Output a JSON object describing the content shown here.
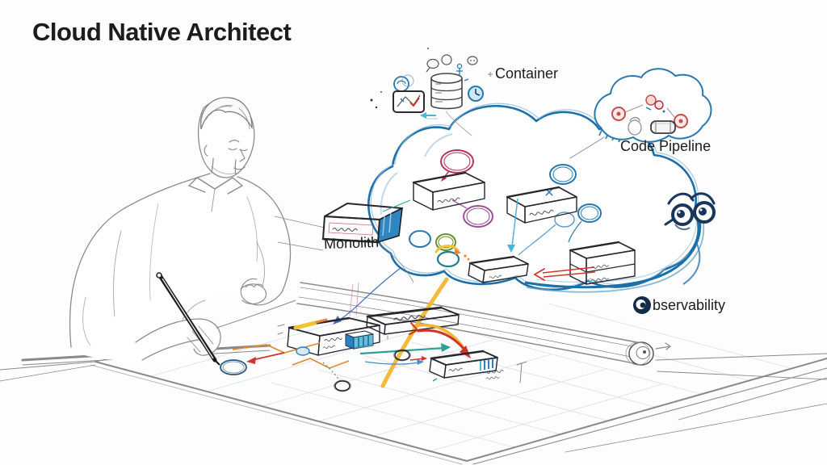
{
  "title": "Cloud Native Architect",
  "labels": {
    "container": "Container",
    "code_pipeline": "Code Pipeline",
    "monolith": "Monolith",
    "observability": "Observability",
    "observability_rest": "bservability"
  },
  "icons": {
    "observability_icon": "eye-circle",
    "glasses_icon": "observer-glasses",
    "database_icon": "database-cylinder",
    "container_icon": "container-box",
    "pipeline_icon": "cloud-with-build-nodes",
    "clock_icon": "clock",
    "chat_icon": "speech-bubbles"
  },
  "colors": {
    "ink_blue": "#1d6fa8",
    "sketch_gray": "#8a8a8a",
    "accent_red": "#d1342b",
    "accent_crimson": "#b5365a",
    "accent_purple": "#9b4f96",
    "accent_yellow": "#f2b630",
    "accent_orange": "#e8862a",
    "accent_teal": "#2aa198",
    "accent_cyan": "#49b6d6",
    "navy": "#16365c",
    "monolith_blue": "#2f86c0",
    "text_black": "#1c1c1c"
  }
}
